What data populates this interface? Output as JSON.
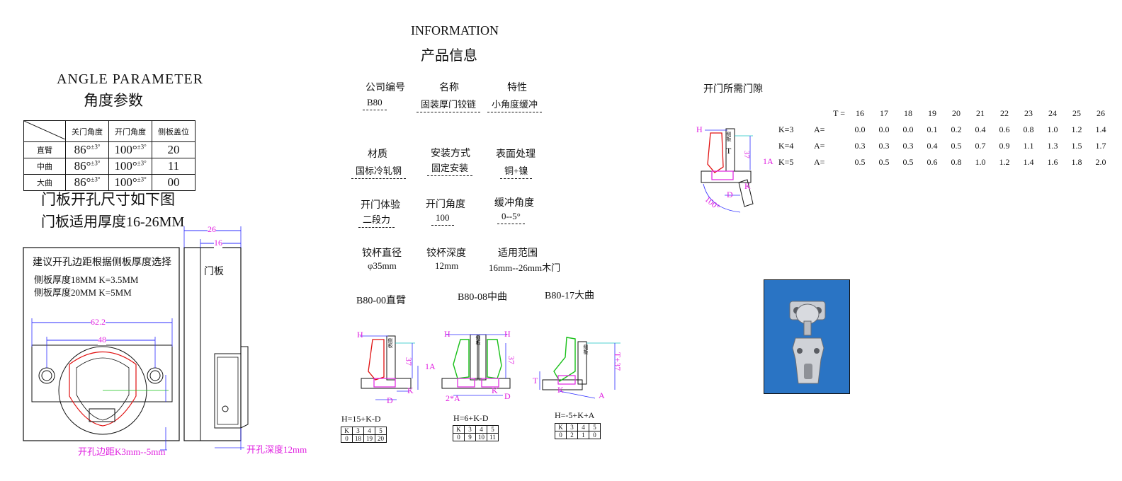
{
  "angle_section": {
    "title_en": "ANGLE  PARAMETER",
    "title_cn": "角度参数",
    "columns": [
      "关门角度",
      "开门角度",
      "侧板盖位"
    ],
    "rows": [
      {
        "label": "直臂",
        "close": "86°",
        "close_tol": "±3°",
        "open": "100°",
        "open_tol": "±3°",
        "overlay": "20"
      },
      {
        "label": "中曲",
        "close": "86°",
        "close_tol": "±3°",
        "open": "100°",
        "open_tol": "±3°",
        "overlay": "11"
      },
      {
        "label": "大曲",
        "close": "86°",
        "close_tol": "±3°",
        "open": "100°",
        "open_tol": "±3°",
        "overlay": "00"
      }
    ]
  },
  "door_notes": {
    "line1": "门板开孔尺寸如下图",
    "line2": "门板适用厚度16-26MM"
  },
  "drill_drawing": {
    "advice": "建议开孔边距根据侧板厚度选择",
    "side18": "侧板厚度18MM   K=3.5MM",
    "side20": "侧板厚度20MM   K=5MM",
    "dim_62": "62.2",
    "dim_48": "48",
    "edge_note": "开孔边距K3mm--5mm",
    "dim_26": "26",
    "dim_16": "16",
    "door_label": "门板",
    "depth_note": "开孔深度12mm"
  },
  "info": {
    "title_en": "INFORMATION",
    "title_cn": "产品信息",
    "fields": [
      {
        "label": "公司编号",
        "value": "B80"
      },
      {
        "label": "名称",
        "value": "固装厚门铰链"
      },
      {
        "label": "特性",
        "value": "小角度缓冲"
      },
      {
        "label": "材质",
        "value": "国标冷轧钢"
      },
      {
        "label": "安装方式",
        "value": "固定安装"
      },
      {
        "label": "表面处理",
        "value": "铜+镍"
      },
      {
        "label": "开门体验",
        "value": "二段力"
      },
      {
        "label": "开门角度",
        "value": "100"
      },
      {
        "label": "缓冲角度",
        "value": "0--5°"
      },
      {
        "label": "铰杯直径",
        "value": "φ35mm"
      },
      {
        "label": "铰杯深度",
        "value": "12mm"
      },
      {
        "label": "适用范围",
        "value": "16mm--26mm木门"
      }
    ]
  },
  "variants": [
    {
      "name": "B80-00直臂",
      "formula": "H=15+K-D",
      "mini_top": [
        "K",
        "3",
        "4",
        "5"
      ],
      "mini_bottom": [
        "0",
        "18",
        "19",
        "20"
      ],
      "labels": {
        "h": "H",
        "dim": "37",
        "a": "1A",
        "k": "K",
        "d": "D",
        "side": "侧板"
      }
    },
    {
      "name": "B80-08中曲",
      "formula": "H=6+K-D",
      "mini_top": [
        "K",
        "3",
        "4",
        "5"
      ],
      "mini_bottom": [
        "0",
        "9",
        "10",
        "11"
      ],
      "labels": {
        "h": "H",
        "dim": "37",
        "a": "2*A",
        "k": "K",
        "d": "D",
        "side": "侧板"
      }
    },
    {
      "name": "B80-17大曲",
      "formula": "H=-5+K+A",
      "mini_top": [
        "K",
        "3",
        "4",
        "5"
      ],
      "mini_bottom": [
        "0",
        "2",
        "1",
        "0"
      ],
      "labels": {
        "t": "T",
        "dim": "T+37",
        "a": "A",
        "k": "K",
        "side": "侧板"
      }
    }
  ],
  "gap_section": {
    "title": "开门所需门隙",
    "t_label": "T =",
    "t_values": [
      "16",
      "17",
      "18",
      "19",
      "20",
      "21",
      "22",
      "23",
      "24",
      "25",
      "26"
    ],
    "rows": [
      {
        "k": "K=3",
        "a": "A=",
        "values": [
          "0.0",
          "0.0",
          "0.0",
          "0.1",
          "0.2",
          "0.4",
          "0.6",
          "0.8",
          "1.0",
          "1.2",
          "1.4"
        ]
      },
      {
        "k": "K=4",
        "a": "A=",
        "values": [
          "0.3",
          "0.3",
          "0.3",
          "0.4",
          "0.5",
          "0.7",
          "0.9",
          "1.1",
          "1.3",
          "1.5",
          "1.7"
        ]
      },
      {
        "k": "K=5",
        "a": "A=",
        "values": [
          "0.5",
          "0.5",
          "0.5",
          "0.6",
          "0.8",
          "1.0",
          "1.2",
          "1.4",
          "1.6",
          "1.8",
          "2.0"
        ]
      }
    ],
    "diagram": {
      "h": "H",
      "t": "T",
      "dim": "37",
      "a": "1A",
      "k": "K",
      "d": "D",
      "angle": "100°",
      "side": "侧板"
    }
  },
  "colors": {
    "magenta": "#e020e0",
    "blue": "#2c2cff",
    "red": "#e01010",
    "green": "#18c018",
    "photo_bg": "#2a74c4"
  }
}
